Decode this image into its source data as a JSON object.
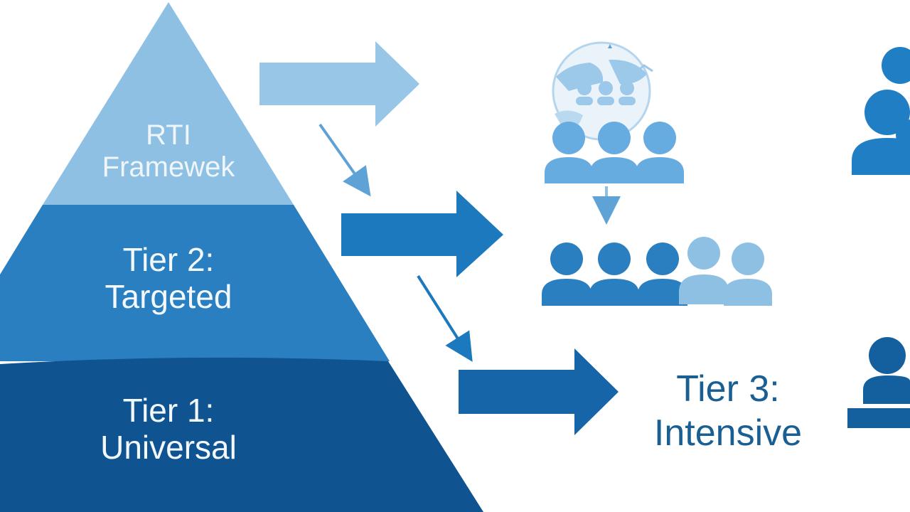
{
  "pyramid": {
    "top": {
      "line1": "RTI",
      "line2": "Framewek",
      "color": "#8ec0e4"
    },
    "middle": {
      "line1": "Tier 2:",
      "line2": "Targeted",
      "color": "#2a7fc0"
    },
    "bottom": {
      "line1": "Tier 1:",
      "line2": "Universal",
      "color": "#0f5391"
    }
  },
  "tier3": {
    "line1": "Tier 3:",
    "line2": "Intensive",
    "color": "#1a5f93"
  },
  "colors": {
    "light": "#8ec0e4",
    "medium": "#2a7fc0",
    "dark": "#0f5391",
    "arrow_top": "#97c6e7",
    "arrow_mid": "#1c79bd",
    "arrow_low": "#1565a8"
  },
  "icons": [
    "globe-icon",
    "people-group-icon",
    "person-icon",
    "arrow-right-icon",
    "arrow-down-icon"
  ]
}
